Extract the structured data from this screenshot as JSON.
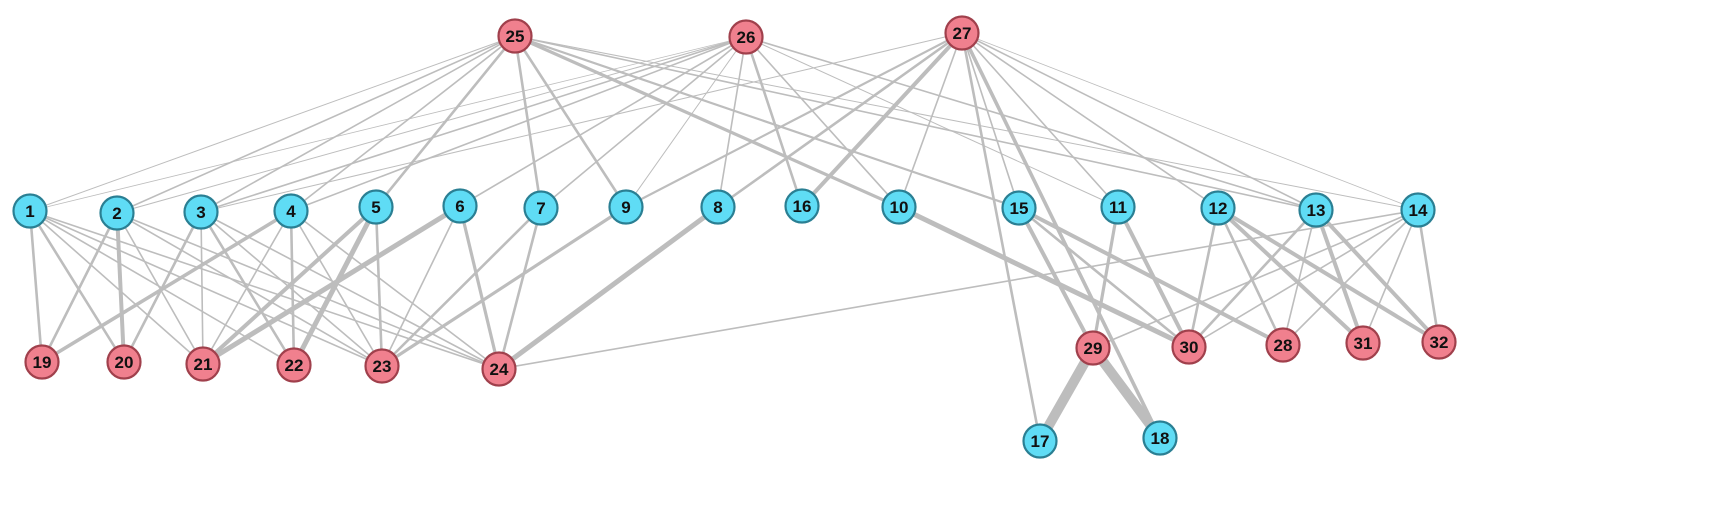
{
  "colors": {
    "background": "#ffffff",
    "edge": "#bdbdbd",
    "blue_fill": "#5fdcf5",
    "blue_stroke": "#2a7f93",
    "red_fill": "#f0808e",
    "red_stroke": "#a0404c"
  },
  "nodes": [
    {
      "id": "1",
      "label": "1",
      "group": "blue"
    },
    {
      "id": "2",
      "label": "2",
      "group": "blue"
    },
    {
      "id": "3",
      "label": "3",
      "group": "blue"
    },
    {
      "id": "4",
      "label": "4",
      "group": "blue"
    },
    {
      "id": "5",
      "label": "5",
      "group": "blue"
    },
    {
      "id": "6",
      "label": "6",
      "group": "blue"
    },
    {
      "id": "7",
      "label": "7",
      "group": "blue"
    },
    {
      "id": "9",
      "label": "9",
      "group": "blue"
    },
    {
      "id": "8",
      "label": "8",
      "group": "blue"
    },
    {
      "id": "16",
      "label": "16",
      "group": "blue"
    },
    {
      "id": "10",
      "label": "10",
      "group": "blue"
    },
    {
      "id": "15",
      "label": "15",
      "group": "blue"
    },
    {
      "id": "11",
      "label": "11",
      "group": "blue"
    },
    {
      "id": "12",
      "label": "12",
      "group": "blue"
    },
    {
      "id": "13",
      "label": "13",
      "group": "blue"
    },
    {
      "id": "14",
      "label": "14",
      "group": "blue"
    },
    {
      "id": "17",
      "label": "17",
      "group": "blue"
    },
    {
      "id": "18",
      "label": "18",
      "group": "blue"
    },
    {
      "id": "25",
      "label": "25",
      "group": "red"
    },
    {
      "id": "26",
      "label": "26",
      "group": "red"
    },
    {
      "id": "27",
      "label": "27",
      "group": "red"
    },
    {
      "id": "19",
      "label": "19",
      "group": "red"
    },
    {
      "id": "20",
      "label": "20",
      "group": "red"
    },
    {
      "id": "21",
      "label": "21",
      "group": "red"
    },
    {
      "id": "22",
      "label": "22",
      "group": "red"
    },
    {
      "id": "23",
      "label": "23",
      "group": "red"
    },
    {
      "id": "24",
      "label": "24",
      "group": "red"
    },
    {
      "id": "29",
      "label": "29",
      "group": "red"
    },
    {
      "id": "30",
      "label": "30",
      "group": "red"
    },
    {
      "id": "28",
      "label": "28",
      "group": "red"
    },
    {
      "id": "31",
      "label": "31",
      "group": "red"
    },
    {
      "id": "32",
      "label": "32",
      "group": "red"
    }
  ],
  "edges": [
    [
      "25",
      "2",
      1.6
    ],
    [
      "25",
      "3",
      1.6
    ],
    [
      "25",
      "4",
      1.6
    ],
    [
      "25",
      "5",
      2.6
    ],
    [
      "25",
      "7",
      2.6
    ],
    [
      "25",
      "9",
      2.6
    ],
    [
      "25",
      "10",
      3.2
    ],
    [
      "25",
      "15",
      2.2
    ],
    [
      "25",
      "13",
      1.6
    ],
    [
      "25",
      "14",
      1.0
    ],
    [
      "25",
      "1",
      1.0
    ],
    [
      "26",
      "1",
      0.8
    ],
    [
      "26",
      "2",
      1.0
    ],
    [
      "26",
      "3",
      1.6
    ],
    [
      "26",
      "4",
      1.6
    ],
    [
      "26",
      "6",
      1.6
    ],
    [
      "26",
      "7",
      1.6
    ],
    [
      "26",
      "9",
      1.0
    ],
    [
      "26",
      "8",
      1.6
    ],
    [
      "26",
      "16",
      2.6
    ],
    [
      "26",
      "10",
      1.6
    ],
    [
      "26",
      "13",
      1.6
    ],
    [
      "26",
      "11",
      1.0
    ],
    [
      "27",
      "3",
      1.0
    ],
    [
      "27",
      "9",
      2.2
    ],
    [
      "27",
      "8",
      2.6
    ],
    [
      "27",
      "16",
      4.0
    ],
    [
      "27",
      "10",
      1.6
    ],
    [
      "27",
      "11",
      1.6
    ],
    [
      "27",
      "12",
      1.6
    ],
    [
      "27",
      "13",
      1.6
    ],
    [
      "27",
      "14",
      0.8
    ],
    [
      "27",
      "15",
      1.6
    ],
    [
      "27",
      "17",
      2.6
    ],
    [
      "27",
      "18",
      3.6
    ],
    [
      "1",
      "19",
      2.6
    ],
    [
      "1",
      "20",
      2.6
    ],
    [
      "1",
      "21",
      1.6
    ],
    [
      "1",
      "22",
      1.6
    ],
    [
      "1",
      "23",
      1.6
    ],
    [
      "1",
      "24",
      1.6
    ],
    [
      "2",
      "19",
      2.6
    ],
    [
      "2",
      "20",
      4.0
    ],
    [
      "2",
      "21",
      1.6
    ],
    [
      "2",
      "23",
      1.6
    ],
    [
      "2",
      "24",
      1.6
    ],
    [
      "3",
      "20",
      2.6
    ],
    [
      "3",
      "21",
      1.6
    ],
    [
      "3",
      "22",
      2.6
    ],
    [
      "3",
      "23",
      1.6
    ],
    [
      "3",
      "24",
      1.6
    ],
    [
      "4",
      "19",
      3.6
    ],
    [
      "4",
      "21",
      1.6
    ],
    [
      "4",
      "22",
      2.6
    ],
    [
      "4",
      "23",
      1.6
    ],
    [
      "4",
      "24",
      1.6
    ],
    [
      "5",
      "21",
      4.0
    ],
    [
      "5",
      "22",
      5.0
    ],
    [
      "5",
      "23",
      2.6
    ],
    [
      "6",
      "21",
      5.0
    ],
    [
      "6",
      "23",
      1.6
    ],
    [
      "6",
      "24",
      3.2
    ],
    [
      "7",
      "23",
      2.6
    ],
    [
      "7",
      "24",
      2.6
    ],
    [
      "9",
      "23",
      3.2
    ],
    [
      "8",
      "24",
      5.0
    ],
    [
      "14",
      "24",
      1.6
    ],
    [
      "10",
      "30",
      5.0
    ],
    [
      "15",
      "29",
      4.0
    ],
    [
      "15",
      "30",
      2.6
    ],
    [
      "15",
      "28",
      4.0
    ],
    [
      "11",
      "29",
      3.2
    ],
    [
      "11",
      "30",
      4.0
    ],
    [
      "12",
      "30",
      2.6
    ],
    [
      "12",
      "28",
      2.6
    ],
    [
      "12",
      "31",
      4.0
    ],
    [
      "12",
      "32",
      4.0
    ],
    [
      "13",
      "30",
      2.6
    ],
    [
      "13",
      "28",
      1.6
    ],
    [
      "13",
      "31",
      4.0
    ],
    [
      "13",
      "32",
      4.0
    ],
    [
      "14",
      "29",
      1.6
    ],
    [
      "14",
      "30",
      1.6
    ],
    [
      "14",
      "28",
      1.6
    ],
    [
      "14",
      "31",
      1.6
    ],
    [
      "14",
      "32",
      2.6
    ],
    [
      "29",
      "17",
      10.0
    ],
    [
      "29",
      "18",
      10.0
    ]
  ]
}
